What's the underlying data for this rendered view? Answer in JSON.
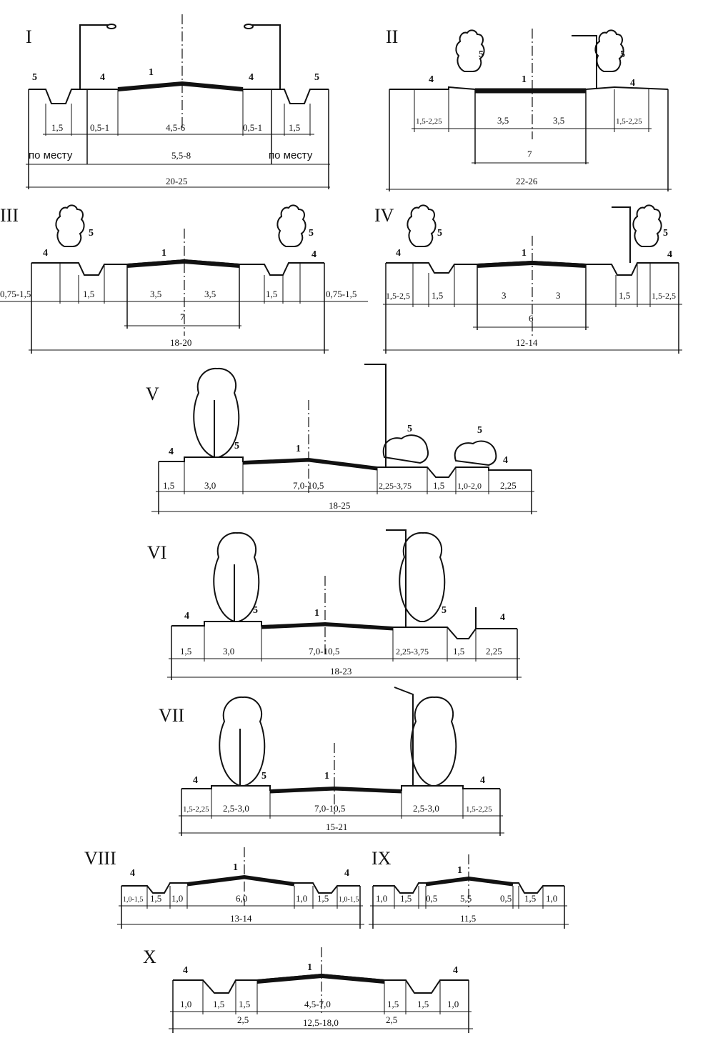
{
  "figure": "Cross-sections of streets (I–X)",
  "sections": [
    {
      "id": "I",
      "labels": {
        "lanes": "1",
        "sidewalk": "4",
        "green": "5"
      },
      "dims": [
        "1,5",
        "0,5-1",
        "4,5-6",
        "0,5-1",
        "1,5",
        "по месту",
        "5,5-8",
        "по месту",
        "20-25"
      ]
    },
    {
      "id": "II",
      "labels": {
        "lanes": "1",
        "sidewalk": "4",
        "green": "5"
      },
      "dims": [
        "1,5-2,25",
        "3,5",
        "3,5",
        "1,5-2,25",
        "7",
        "22-26"
      ]
    },
    {
      "id": "III",
      "labels": {
        "lanes": "1",
        "sidewalk": "4",
        "green": "5"
      },
      "dims": [
        "0,75-1,5",
        "1,5",
        "3,5",
        "3,5",
        "1,5",
        "0,75-1,5",
        "7",
        "18-20"
      ]
    },
    {
      "id": "IV",
      "labels": {
        "lanes": "1",
        "sidewalk": "4",
        "green": "5"
      },
      "dims": [
        "1,5-2,5",
        "1,5",
        "3",
        "3",
        "1,5",
        "1,5-2,5",
        "6",
        "12-14"
      ]
    },
    {
      "id": "V",
      "labels": {
        "lanes": "1",
        "sidewalk": "4",
        "green": "5"
      },
      "dims": [
        "1,5",
        "3,0",
        "7,0-10,5",
        "2,25-3,75",
        "1,5",
        "1,0-2,0",
        "2,25",
        "18-25"
      ]
    },
    {
      "id": "VI",
      "labels": {
        "lanes": "1",
        "sidewalk": "4",
        "green": "5"
      },
      "dims": [
        "1,5",
        "3,0",
        "7,0-10,5",
        "2,25-3,75",
        "1,5",
        "2,25",
        "18-23"
      ]
    },
    {
      "id": "VII",
      "labels": {
        "lanes": "1",
        "sidewalk": "4",
        "green": "5"
      },
      "dims": [
        "1,5-2,25",
        "2,5-3,0",
        "7,0-10,5",
        "2,5-3,0",
        "1,5-2,25",
        "15-21"
      ]
    },
    {
      "id": "VIII",
      "labels": {
        "lanes": "1",
        "sidewalk": "4"
      },
      "dims": [
        "1,0-1,5",
        "1,5",
        "1,0",
        "6,0",
        "1,0",
        "1,5",
        "1,0-1,5",
        "13-14"
      ]
    },
    {
      "id": "IX",
      "labels": {
        "lanes": "1"
      },
      "dims": [
        "1,0",
        "1,5",
        "0,5",
        "5,5",
        "0,5",
        "1,5",
        "1,0",
        "11,5"
      ]
    },
    {
      "id": "X",
      "labels": {
        "lanes": "1",
        "sidewalk": "4"
      },
      "dims": [
        "1,0",
        "1,5",
        "1,5",
        "4,5-7,0",
        "1,5",
        "1,5",
        "1,0",
        "2,5",
        "2,5",
        "12,5-18,0"
      ]
    }
  ]
}
